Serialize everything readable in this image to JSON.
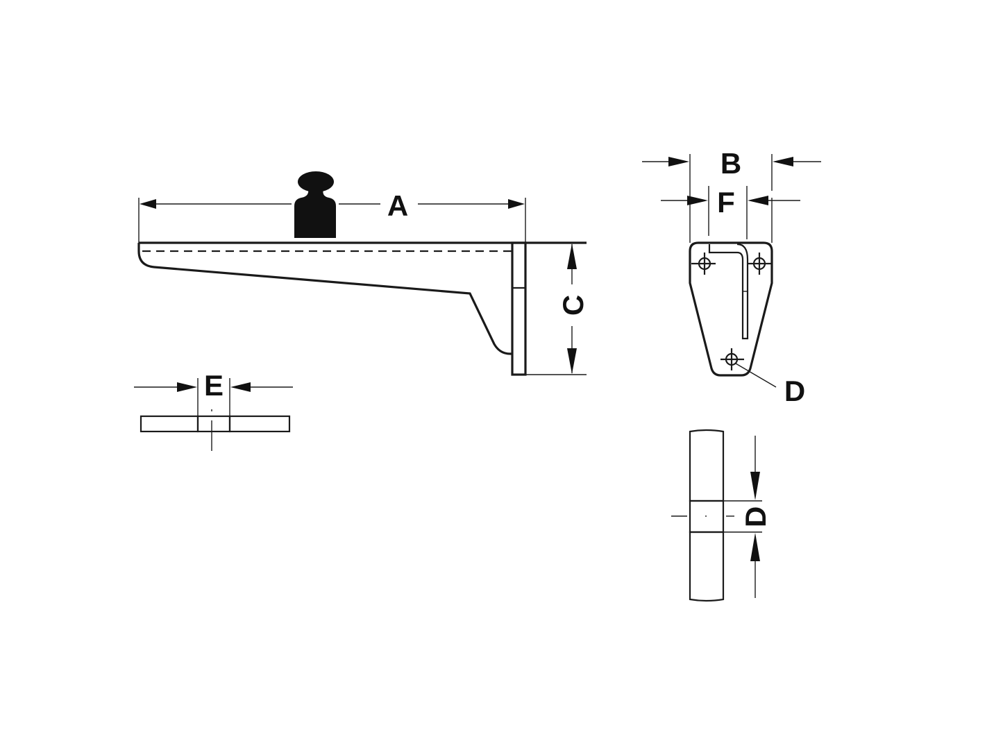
{
  "diagram": {
    "type": "technical-drawing",
    "subject": "shelf bracket with load weight",
    "colors": {
      "line": "#1a1a1a",
      "background": "#ffffff"
    },
    "icons": {
      "load": "weight-icon"
    },
    "dimensions": {
      "A": {
        "label": "A",
        "meaning": "bracket length"
      },
      "B": {
        "label": "B",
        "meaning": "mounting plate width"
      },
      "C": {
        "label": "C",
        "meaning": "mounting plate height"
      },
      "D_front": {
        "label": "D",
        "meaning": "screw hole (front view)"
      },
      "D_section": {
        "label": "D",
        "meaning": "hole diameter (section)"
      },
      "E": {
        "label": "E",
        "meaning": "slot/hole width (section)"
      },
      "F": {
        "label": "F",
        "meaning": "arm width"
      }
    },
    "views": [
      "side-view",
      "front-view",
      "section-E",
      "section-D"
    ]
  }
}
